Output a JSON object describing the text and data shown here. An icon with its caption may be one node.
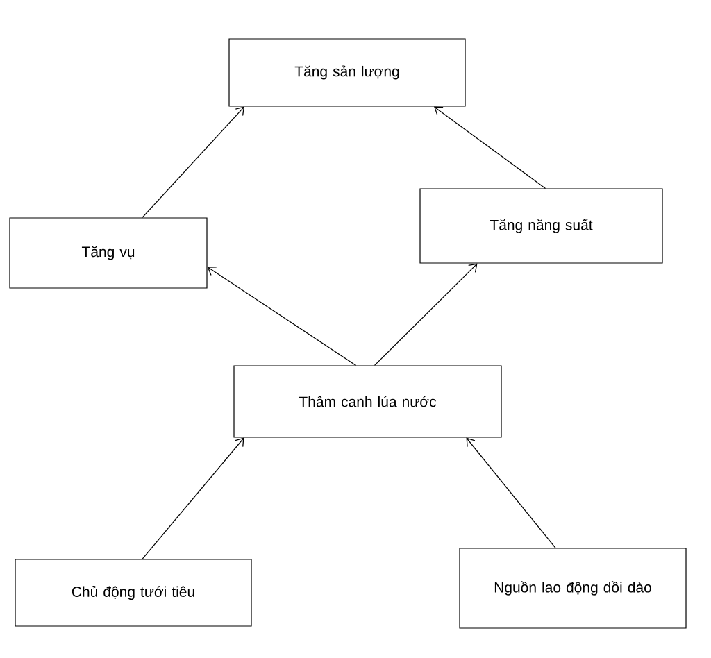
{
  "diagram": {
    "nodes": [
      {
        "text": [
          "Tăng sản lượng"
        ]
      },
      {
        "text": [
          "Tăng vụ"
        ]
      },
      {
        "text": [
          "Tăng năng suất"
        ]
      },
      {
        "text": [
          "Thâm canh lúa nước"
        ]
      },
      {
        "text": [
          "Chủ động tưới tiêu"
        ]
      },
      {
        "text": [
          "Nguồn lao động dồi dào"
        ]
      }
    ],
    "edges": [
      {
        "from": 1,
        "to": 0,
        "arrow": "to"
      },
      {
        "from": 2,
        "to": 0,
        "arrow": "to"
      },
      {
        "from": 3,
        "to": 1,
        "arrow": "to"
      },
      {
        "from": 3,
        "to": 2,
        "arrow": "to"
      },
      {
        "from": 4,
        "to": 3,
        "arrow": "to"
      },
      {
        "from": 5,
        "to": 3,
        "arrow": "to"
      }
    ]
  }
}
